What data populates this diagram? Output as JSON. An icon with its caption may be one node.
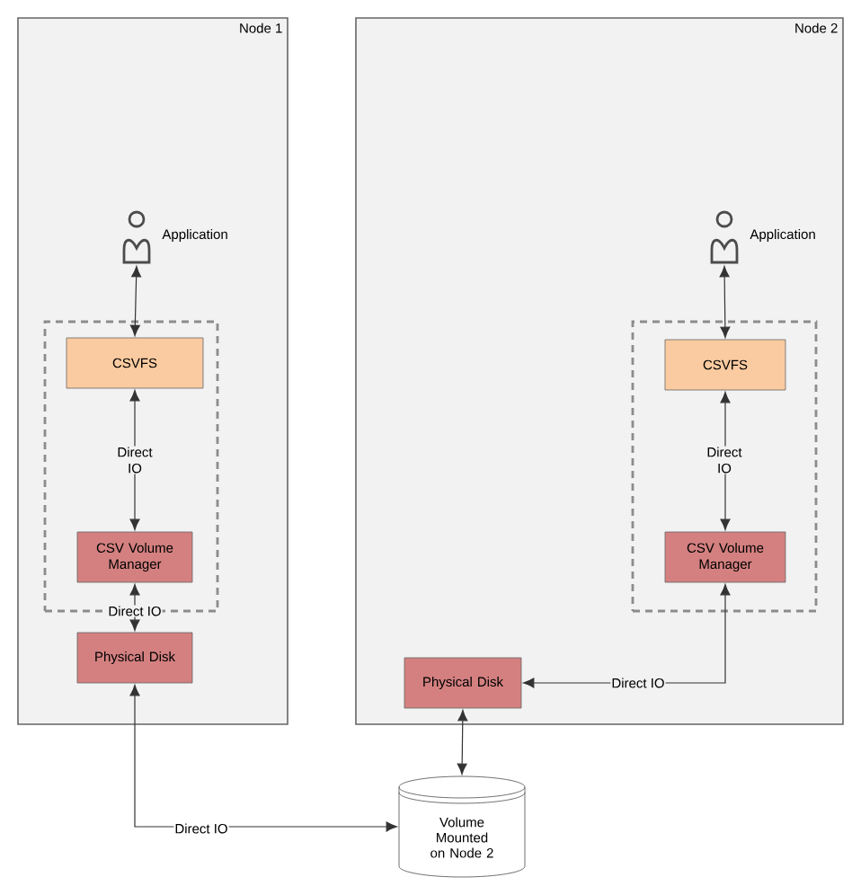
{
  "diagram": {
    "nodes": [
      {
        "text": [
          "Node 1"
        ]
      },
      {
        "text": [
          "Application"
        ],
        "in": 0
      },
      {
        "text": [],
        "shape": "box",
        "in": 0
      },
      {
        "text": [
          "CSVFS"
        ],
        "in": 2
      },
      {
        "text": [
          "CSV Volume Manager"
        ],
        "in": 2
      },
      {
        "text": [
          "Physical Disk"
        ],
        "in": 0
      },
      {
        "text": [
          "Node 2"
        ]
      },
      {
        "text": [
          "Application"
        ],
        "in": 6
      },
      {
        "text": [],
        "shape": "box",
        "in": 6
      },
      {
        "text": [
          "CSVFS"
        ],
        "in": 8
      },
      {
        "text": [
          "CSV Volume Manager"
        ],
        "in": 8
      },
      {
        "text": [
          "Physical Disk"
        ],
        "in": 6
      },
      {
        "text": [
          "Volume Mounted on Node 2"
        ]
      }
    ],
    "edges": [
      {
        "from": 1,
        "to": 3,
        "arrow": "both"
      },
      {
        "from": 3,
        "to": 4,
        "arrow": "both",
        "label": "Direct IO"
      },
      {
        "from": 4,
        "to": 5,
        "arrow": "both",
        "label": "Direct IO"
      },
      {
        "from": 5,
        "to": 12,
        "arrow": "both",
        "label": "Direct IO"
      },
      {
        "from": 7,
        "to": 9,
        "arrow": "both"
      },
      {
        "from": 9,
        "to": 10,
        "arrow": "both",
        "label": "Direct IO"
      },
      {
        "from": 10,
        "to": 11,
        "arrow": "both",
        "label": "Direct IO"
      },
      {
        "from": 11,
        "to": 12,
        "arrow": "both"
      }
    ]
  }
}
